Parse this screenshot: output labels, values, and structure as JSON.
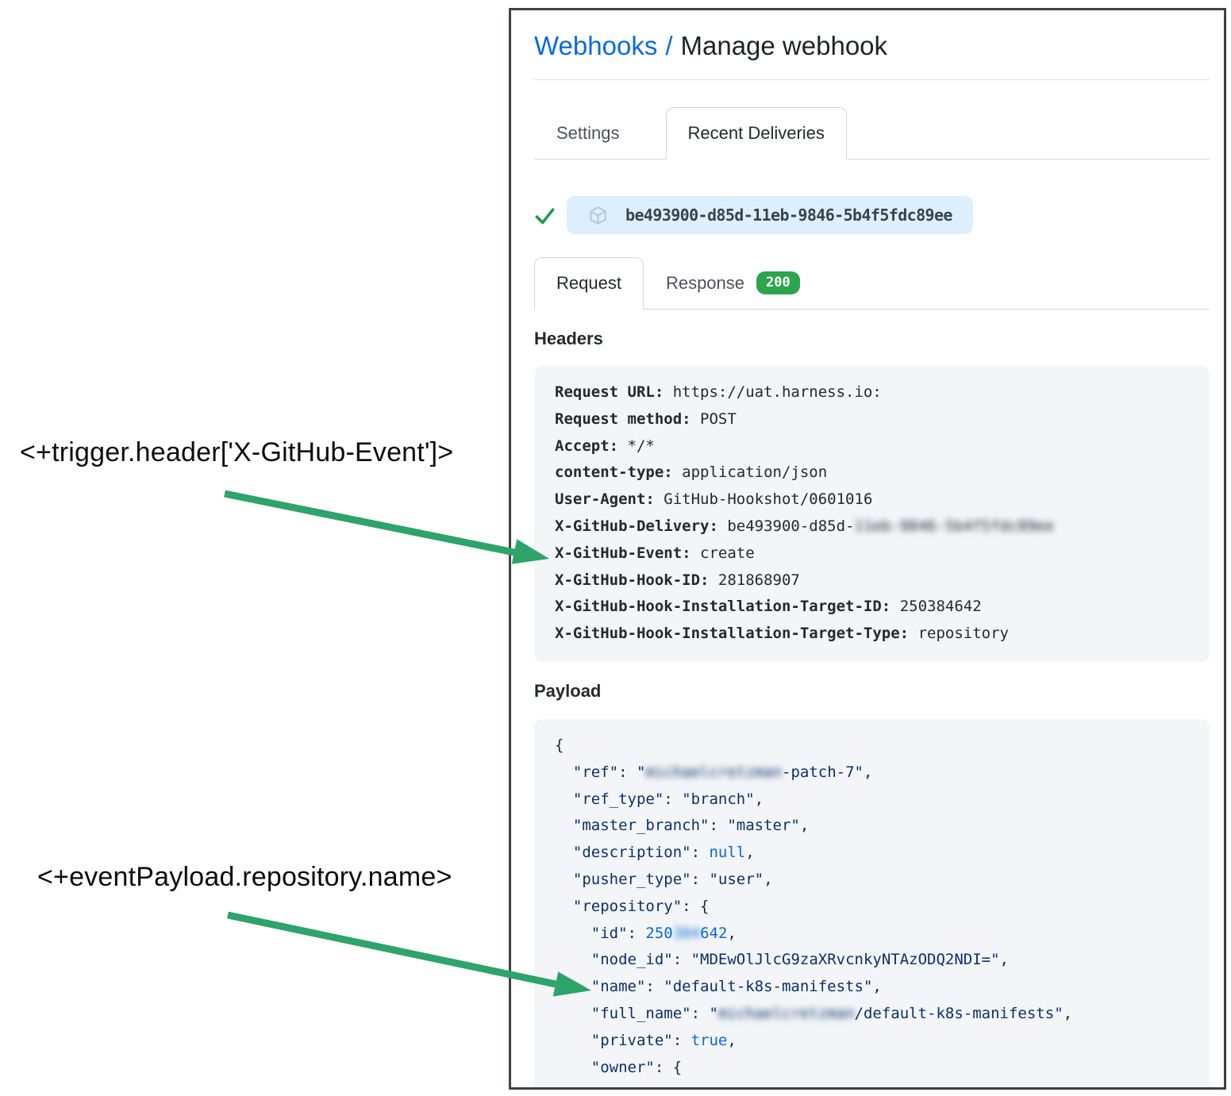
{
  "annotations": {
    "trigger_header_label": "<+trigger.header['X-GitHub-Event']>",
    "payload_name_label": "<+eventPayload.repository.name>"
  },
  "page": {
    "breadcrumb_link": "Webhooks",
    "breadcrumb_separator": "/",
    "title": "Manage webhook"
  },
  "tabs": {
    "settings": "Settings",
    "recent_deliveries": "Recent Deliveries"
  },
  "delivery": {
    "guid": "be493900-d85d-11eb-9846-5b4f5fdc89ee",
    "status_icon": "check-icon",
    "type_icon": "package-icon"
  },
  "subtabs": {
    "request": "Request",
    "response": "Response",
    "response_status": "200"
  },
  "headers_section": {
    "title": "Headers",
    "lines": [
      {
        "key": "Request URL",
        "value": "https://uat.harness.io:"
      },
      {
        "key": "Request method",
        "value": "POST"
      },
      {
        "key": "Accept",
        "value": "*/*"
      },
      {
        "key": "content-type",
        "value": "application/json"
      },
      {
        "key": "User-Agent",
        "value": "GitHub-Hookshot/0601016"
      },
      {
        "key": "X-GitHub-Delivery",
        "value": "be493900-d85d-",
        "value_blurred": "11eb-9846-5b4f5fdc89ee"
      },
      {
        "key": "X-GitHub-Event",
        "value": "create"
      },
      {
        "key": "X-GitHub-Hook-ID",
        "value": "281868907"
      },
      {
        "key": "X-GitHub-Hook-Installation-Target-ID",
        "value": "250384642"
      },
      {
        "key": "X-GitHub-Hook-Installation-Target-Type",
        "value": "repository"
      }
    ]
  },
  "payload_section": {
    "title": "Payload",
    "lines": [
      [
        {
          "t": "{",
          "c": "p"
        }
      ],
      [
        {
          "t": "  \"ref\"",
          "c": "s"
        },
        {
          "t": ": ",
          "c": "p"
        },
        {
          "t": "\"",
          "c": "s"
        },
        {
          "t": "michaelcretzman",
          "c": "s",
          "blur": true
        },
        {
          "t": "-patch-7\"",
          "c": "s"
        },
        {
          "t": ",",
          "c": "p"
        }
      ],
      [
        {
          "t": "  \"ref_type\"",
          "c": "s"
        },
        {
          "t": ": ",
          "c": "p"
        },
        {
          "t": "\"branch\"",
          "c": "s"
        },
        {
          "t": ",",
          "c": "p"
        }
      ],
      [
        {
          "t": "  \"master_branch\"",
          "c": "s"
        },
        {
          "t": ": ",
          "c": "p"
        },
        {
          "t": "\"master\"",
          "c": "s"
        },
        {
          "t": ",",
          "c": "p"
        }
      ],
      [
        {
          "t": "  \"description\"",
          "c": "s"
        },
        {
          "t": ": ",
          "c": "p"
        },
        {
          "t": "null",
          "c": "k"
        },
        {
          "t": ",",
          "c": "p"
        }
      ],
      [
        {
          "t": "  \"pusher_type\"",
          "c": "s"
        },
        {
          "t": ": ",
          "c": "p"
        },
        {
          "t": "\"user\"",
          "c": "s"
        },
        {
          "t": ",",
          "c": "p"
        }
      ],
      [
        {
          "t": "  \"repository\"",
          "c": "s"
        },
        {
          "t": ": {",
          "c": "p"
        }
      ],
      [
        {
          "t": "    \"id\"",
          "c": "s"
        },
        {
          "t": ": ",
          "c": "p"
        },
        {
          "t": "250",
          "c": "k"
        },
        {
          "t": "384",
          "c": "k",
          "blur": true
        },
        {
          "t": "642",
          "c": "k"
        },
        {
          "t": ",",
          "c": "p"
        }
      ],
      [
        {
          "t": "    \"node_id\"",
          "c": "s"
        },
        {
          "t": ": ",
          "c": "p"
        },
        {
          "t": "\"MDEwOlJlcG9zaXRvcnkyNTAzODQ2NDI=\"",
          "c": "s"
        },
        {
          "t": ",",
          "c": "p"
        }
      ],
      [
        {
          "t": "    \"name\"",
          "c": "s"
        },
        {
          "t": ": ",
          "c": "p"
        },
        {
          "t": "\"default-k8s-manifests\"",
          "c": "s"
        },
        {
          "t": ",",
          "c": "p"
        }
      ],
      [
        {
          "t": "    \"full_name\"",
          "c": "s"
        },
        {
          "t": ": ",
          "c": "p"
        },
        {
          "t": "\"",
          "c": "s"
        },
        {
          "t": "michaelcretzman",
          "c": "s",
          "blur": true
        },
        {
          "t": "/default-k8s-manifests\"",
          "c": "s"
        },
        {
          "t": ",",
          "c": "p"
        }
      ],
      [
        {
          "t": "    \"private\"",
          "c": "s"
        },
        {
          "t": ": ",
          "c": "p"
        },
        {
          "t": "true",
          "c": "k"
        },
        {
          "t": ",",
          "c": "p"
        }
      ],
      [
        {
          "t": "    \"owner\"",
          "c": "s"
        },
        {
          "t": ": {",
          "c": "p"
        }
      ]
    ]
  },
  "colors": {
    "link_blue": "#0b69e3",
    "arrow_green": "#2ea36a",
    "badge_green": "#2da44e",
    "check_green": "#1d9d49",
    "pill_blue": "#ddeffd",
    "code_bg": "#f3f5f8",
    "json_string": "#0a3069",
    "json_constant": "#0a69da"
  }
}
